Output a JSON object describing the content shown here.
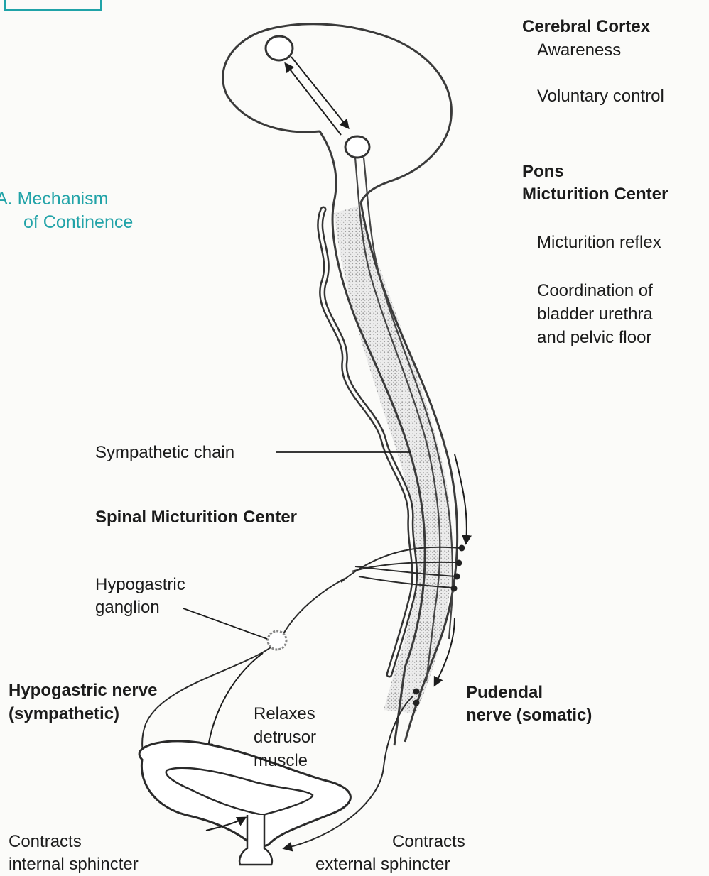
{
  "section_label": {
    "letter": "A.",
    "line1": "Mechanism",
    "line2": "of Continence"
  },
  "cortex": {
    "title": "Cerebral Cortex",
    "awareness": "Awareness",
    "voluntary": "Voluntary control"
  },
  "pons": {
    "title_line1": "Pons",
    "title_line2": "Micturition Center",
    "reflex": "Micturition reflex",
    "coord_line1": "Coordination of",
    "coord_line2": "bladder urethra",
    "coord_line3": "and pelvic floor"
  },
  "sympathetic_chain": "Sympathetic chain",
  "spinal_center": "Spinal Micturition Center",
  "hypogastric_ganglion": {
    "line1": "Hypogastric",
    "line2": "ganglion"
  },
  "hypogastric_nerve": {
    "line1": "Hypogastric nerve",
    "line2": "(sympathetic)"
  },
  "pudendal_nerve": {
    "line1": "Pudendal",
    "line2": "nerve (somatic)"
  },
  "detrusor": {
    "line1": "Relaxes",
    "line2": "detrusor",
    "line3": "muscle"
  },
  "internal_sphincter": {
    "line1": "Contracts",
    "line2": "internal sphincter"
  },
  "external_sphincter": {
    "line1": "Contracts",
    "line2": "external sphincter"
  },
  "colors": {
    "accent": "#21a3a8",
    "ink": "#1c1c1c",
    "background": "#fbfbf9"
  }
}
